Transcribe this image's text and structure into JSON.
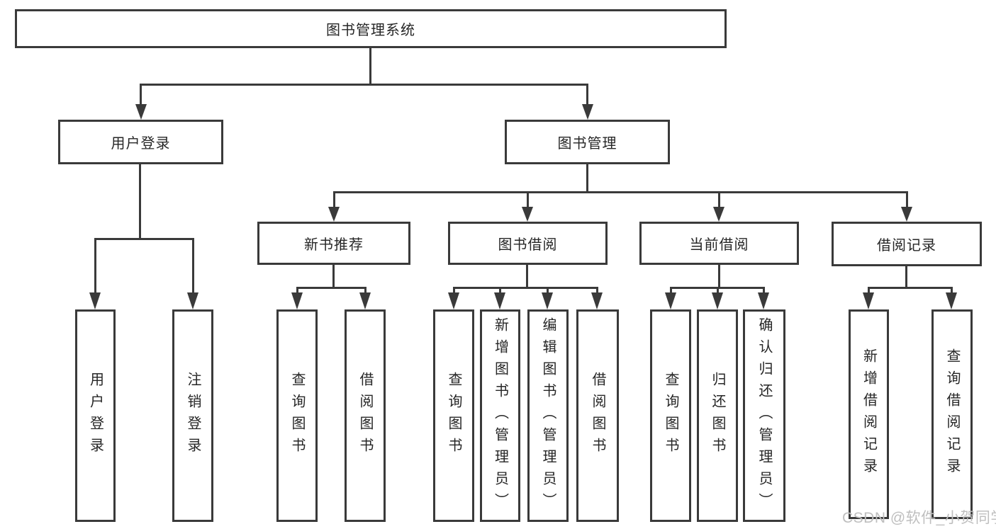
{
  "colors": {
    "line": "#3a3a3a",
    "text": "#262626",
    "background": "#ffffff",
    "watermark": "#bfbfbf"
  },
  "watermark": {
    "text": "CSDN @软件_小贺同学"
  },
  "tree": {
    "label": "图书管理系统",
    "children": [
      {
        "label": "用户登录",
        "children": [
          {
            "label": "用户登录"
          },
          {
            "label": "注销登录"
          }
        ]
      },
      {
        "label": "图书管理",
        "children": [
          {
            "label": "新书推荐",
            "children": [
              {
                "label": "查询图书"
              },
              {
                "label": "借阅图书"
              }
            ]
          },
          {
            "label": "图书借阅",
            "children": [
              {
                "label": "查询图书"
              },
              {
                "label": "新增图书（管理员）"
              },
              {
                "label": "编辑图书（管理员）"
              },
              {
                "label": "借阅图书"
              }
            ]
          },
          {
            "label": "当前借阅",
            "children": [
              {
                "label": "查询图书"
              },
              {
                "label": "归还图书"
              },
              {
                "label": "确认归还（管理员）"
              }
            ]
          },
          {
            "label": "借阅记录",
            "children": [
              {
                "label": "新增借阅记录"
              },
              {
                "label": "查询借阅记录"
              }
            ]
          }
        ]
      }
    ]
  }
}
